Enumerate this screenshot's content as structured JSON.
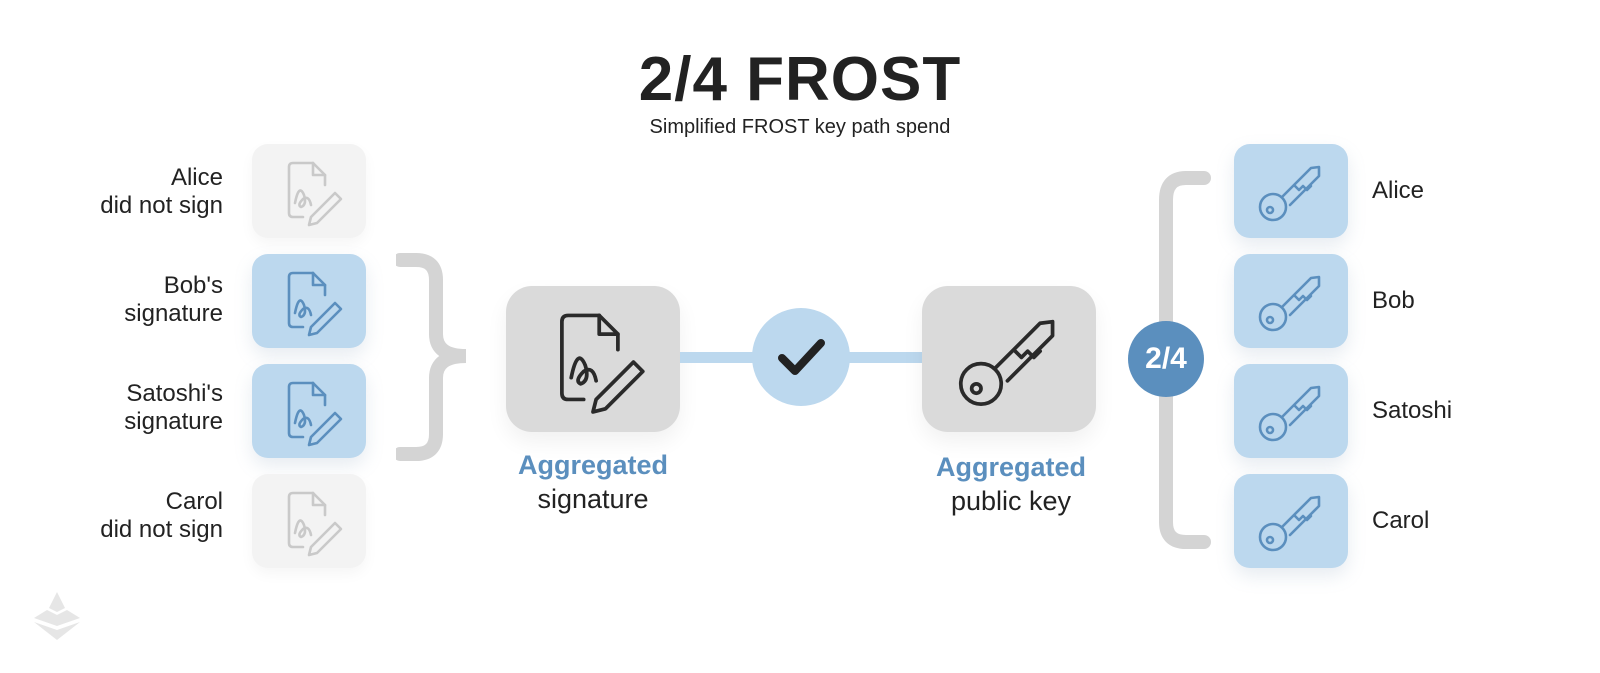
{
  "title": "2/4 FROST",
  "subtitle": "Simplified FROST key path spend",
  "signers": [
    {
      "line1": "Alice",
      "line2": "did not sign",
      "signed": false
    },
    {
      "line1": "Bob's",
      "line2": "signature",
      "signed": true
    },
    {
      "line1": "Satoshi's",
      "line2": "signature",
      "signed": true
    },
    {
      "line1": "Carol",
      "line2": "did not sign",
      "signed": false
    }
  ],
  "aggregated_signature": {
    "accent": "Aggregated",
    "text": "signature"
  },
  "aggregated_key": {
    "accent": "Aggregated",
    "text": "public key"
  },
  "threshold": "2/4",
  "keys": [
    {
      "name": "Alice"
    },
    {
      "name": "Bob"
    },
    {
      "name": "Satoshi"
    },
    {
      "name": "Carol"
    }
  ],
  "icons": {
    "signature": "signature-document-icon",
    "key": "key-icon",
    "check": "checkmark-icon",
    "logo": "logo-icon"
  },
  "colors": {
    "accent": "#5b8fbe",
    "tile_on": "#bcd8ee",
    "tile_off": "#f3f3f3",
    "big_tile": "#dadada"
  }
}
